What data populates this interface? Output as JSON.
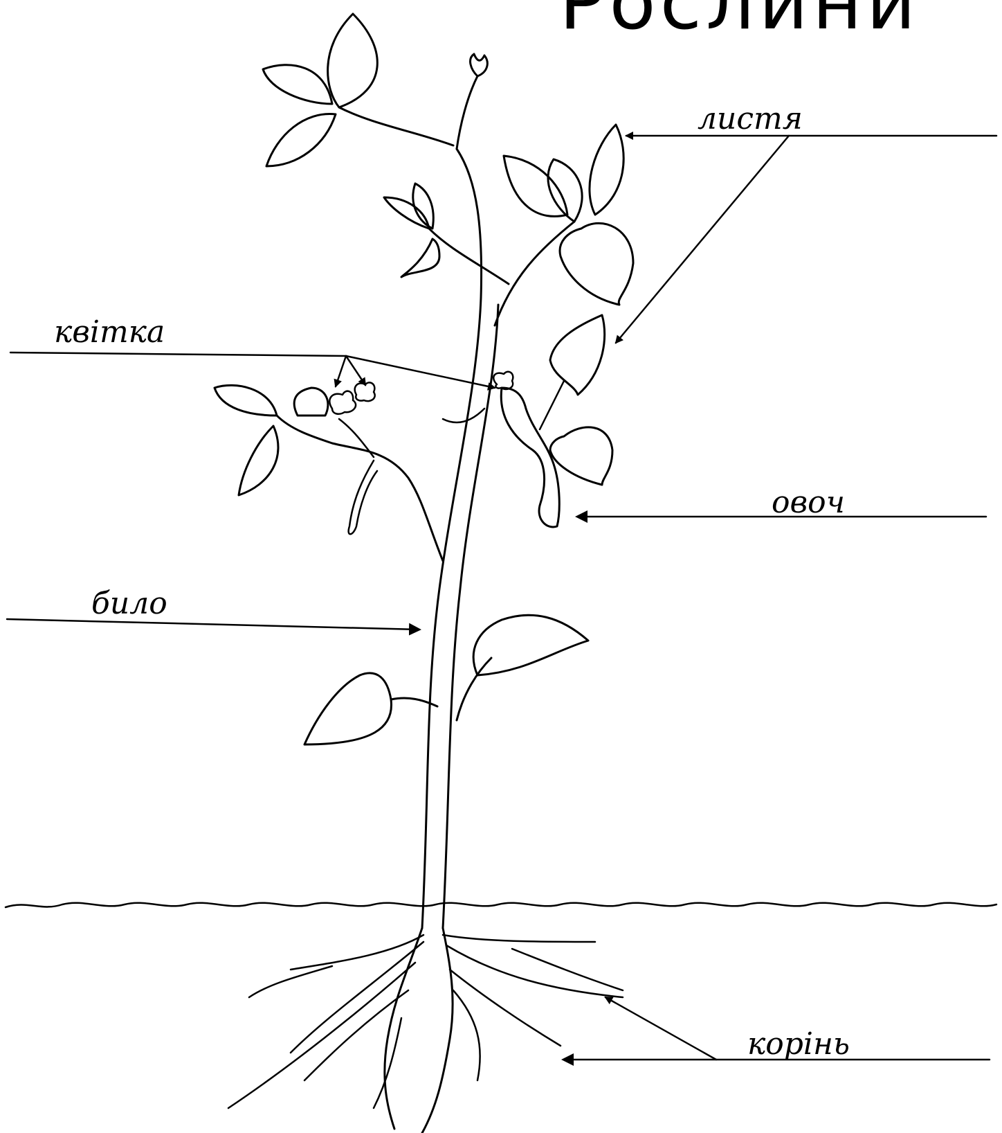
{
  "title": "Рослини",
  "labels": {
    "leaves": "листя",
    "flower": "квітка",
    "fruit": "овоч",
    "stem": "било",
    "root": "корінь"
  }
}
